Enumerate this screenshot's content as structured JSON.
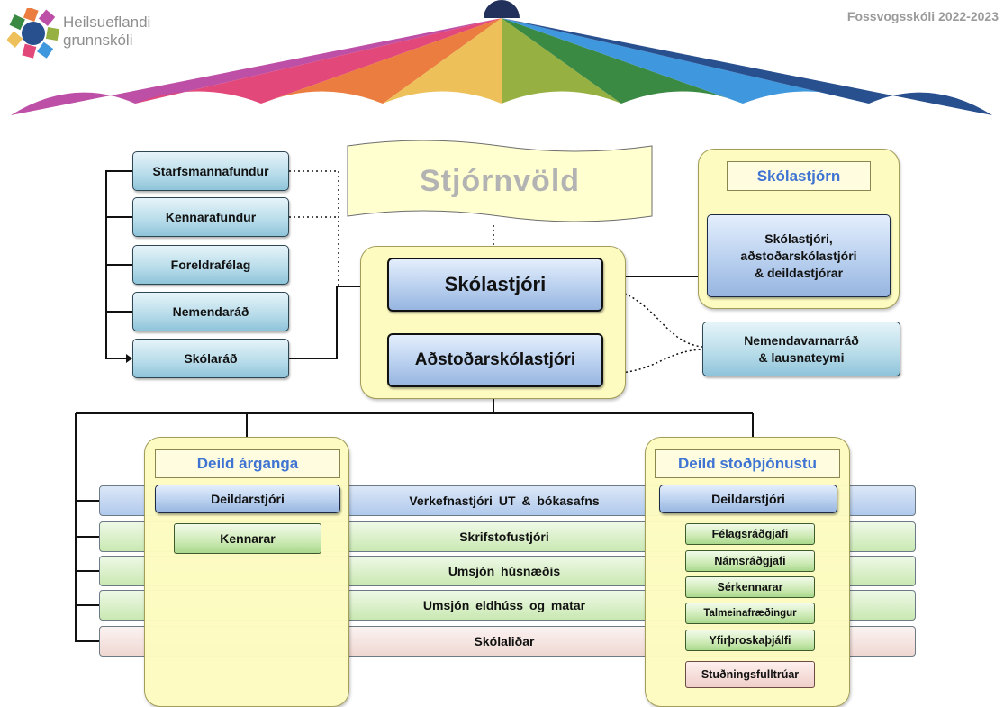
{
  "header": {
    "logo_line1": "Heilsueflandi",
    "logo_line2": "grunnskóli",
    "school_year": "Fossvogsskóli 2022-2023"
  },
  "umbrella": {
    "colors": [
      "#bd4fa6",
      "#e2497a",
      "#ea7d3f",
      "#edc05a",
      "#96b042",
      "#3a8a44",
      "#3f97dd",
      "#284f8e"
    ]
  },
  "stjornvold": "Stjórnvöld",
  "left_boxes": [
    "Starfsmannafundur",
    "Kennarafundur",
    "Foreldrafélag",
    "Nemendaráð",
    "Skólaráð"
  ],
  "center": {
    "principal": "Skólastjóri",
    "assistant": "Aðstoðarskólastjóri"
  },
  "skolastjorn": {
    "title": "Skólastjórn",
    "members_line1": "Skólastjóri,",
    "members_line2": "aðstoðarskólastjóri",
    "members_line3": "& deildastjórar"
  },
  "nemendavarnarrad": {
    "line1": "Nemendavarnarráð",
    "line2": "& lausnateymi"
  },
  "deild_arganga": {
    "title": "Deild árganga",
    "head": "Deildarstjóri",
    "staff": [
      "Kennarar"
    ]
  },
  "deild_stodthjonustu": {
    "title": "Deild stoðþjónustu",
    "head": "Deildarstjóri",
    "staff": [
      "Félagsráðgjafi",
      "Námsráðgjafi",
      "Sérkennarar",
      "Talmeinafræðingur",
      "Yfirþroskaþjálfi",
      "Stuðningsfulltrúar"
    ]
  },
  "bands": [
    "Verkefnastjóri UT & bókasafns",
    "Skrifstofustjóri",
    "Umsjón húsnæðis",
    "Umsjón eldhúss og matar",
    "Skólaliðar"
  ],
  "colors": {
    "title_blue": "#3f74d2",
    "panel_yellow": "#fdfbc0"
  }
}
